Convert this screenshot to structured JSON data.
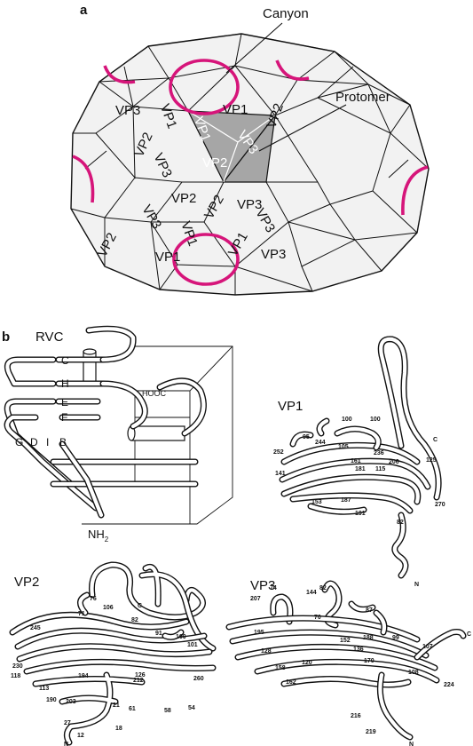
{
  "panels": {
    "a": "a",
    "b": "b"
  },
  "callouts": {
    "canyon": "Canyon",
    "protomer": "Protomer"
  },
  "capsid_labels": {
    "c1": "VP3",
    "c2": "VP1",
    "c3": "VP1",
    "c4": "VP2",
    "c5": "VP2",
    "c6": "VP3",
    "p1": "VP1",
    "p2": "VP3",
    "p3": "VP2",
    "c7": "VP2",
    "c8": "VP3",
    "c9": "VP1",
    "c10": "VP2",
    "c11": "VP3",
    "c12": "VP1",
    "c13": "VP3",
    "c14": "VP2",
    "c15": "VP1",
    "c16": "VP3"
  },
  "rvc": {
    "title": "RVC",
    "strands": [
      "C",
      "H",
      "E",
      "F",
      "G",
      "D",
      "I",
      "B"
    ],
    "hooc": "HOOC",
    "nh": "NH",
    "nh_sub": "2"
  },
  "vp1": {
    "title": "VP1",
    "residues": [
      "100",
      "100",
      "95",
      "244",
      "105",
      "252",
      "236",
      "161",
      "206",
      "125",
      "181",
      "115",
      "141",
      "187",
      "153",
      "191",
      "82",
      "270",
      "C",
      "N"
    ]
  },
  "vp2": {
    "title": "VP2",
    "residues": [
      "C",
      "76",
      "106",
      "71",
      "82",
      "245",
      "91",
      "100",
      "101",
      "230",
      "118",
      "194",
      "126",
      "212",
      "113",
      "190",
      "260",
      "203",
      "61",
      "58",
      "54",
      "21",
      "27",
      "18",
      "12",
      "N"
    ]
  },
  "vp3": {
    "title": "VP3",
    "residues": [
      "74",
      "144",
      "82",
      "207",
      "87",
      "70",
      "195",
      "152",
      "188",
      "99",
      "128",
      "136",
      "170",
      "158",
      "120",
      "107",
      "162",
      "108",
      "224",
      "216",
      "219",
      "C",
      "N"
    ]
  },
  "colors": {
    "canyon_ring": "#d6157a",
    "protomer_fill": "#a6a6a6",
    "face_fill": "#f2f2f2",
    "ink": "#111111"
  }
}
